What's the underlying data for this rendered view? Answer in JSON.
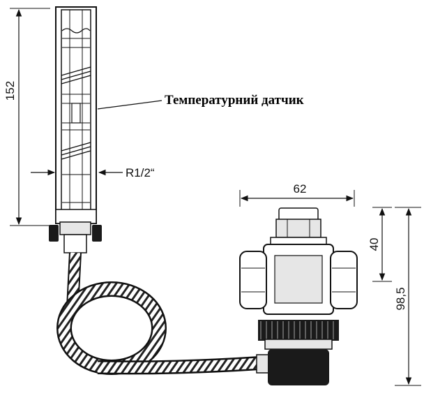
{
  "labels": {
    "sensor_caption": "Температурний датчик",
    "thread": "R1/2“"
  },
  "dimensions": {
    "sensor_height": "152",
    "valve_width": "62",
    "upper_height": "40",
    "total_height": "98,5"
  },
  "colors": {
    "ink": "#111111",
    "metal_light": "#e6e6e6",
    "metal_mid": "#bdbdbd",
    "dark_part": "#1a1a1a"
  }
}
